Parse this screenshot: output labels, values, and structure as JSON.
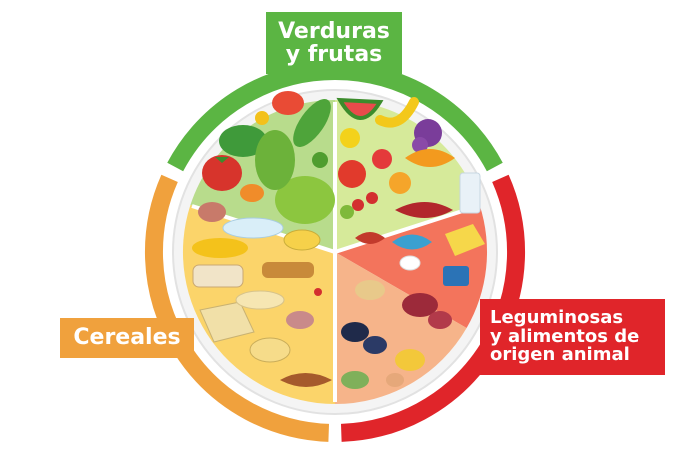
{
  "colors": {
    "verduras": "#5bb543",
    "cereales": "#f0a13d",
    "leguminosas": "#e0252a",
    "verduras_bg": "#b8dc8c",
    "frutas_bg": "#d6ea9a",
    "cereales_bg": "#fbd46a",
    "carnes_bg": "#f3745c",
    "leguminosas_bg": "#f6b48a"
  },
  "groups": [
    {
      "id": "verduras",
      "lines": [
        "Verduras",
        "y frutas"
      ]
    },
    {
      "id": "cereales",
      "lines": [
        "Cereales"
      ]
    },
    {
      "id": "leguminosas",
      "lines": [
        "Leguminosas",
        "y alimentos de",
        "origen animal"
      ]
    }
  ]
}
